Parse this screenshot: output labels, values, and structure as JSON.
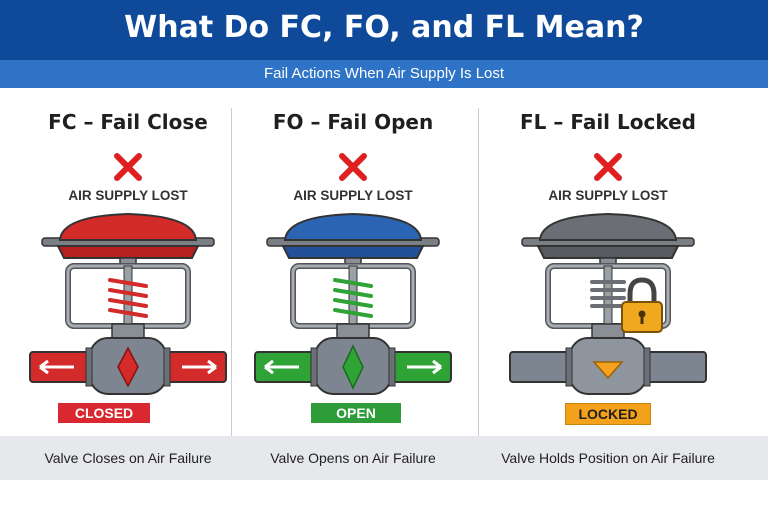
{
  "header": {
    "title": "What Do FC, FO, and FL Mean?",
    "subtitle": "Fail Actions When Air Supply Is Lost"
  },
  "panels": [
    {
      "title": "FC – Fail Close",
      "air_label": "AIR SUPPLY LOST",
      "status": "CLOSED",
      "footer": "Valve Closes on Air Failure",
      "actuator_color": "#d32a2a",
      "spring_color": "#d32a2a",
      "pipe_color": "#d32a2a",
      "badge_color": "#d9282f",
      "badge_text_color": "#ffffff",
      "icon": "red-x-icon"
    },
    {
      "title": "FO – Fail Open",
      "air_label": "AIR SUPPLY LOST",
      "status": "OPEN",
      "footer": "Valve Opens on Air Failure",
      "actuator_color": "#2c64b4",
      "spring_color": "#2fa336",
      "pipe_color": "#2fa336",
      "badge_color": "#2f9c3a",
      "badge_text_color": "#ffffff",
      "icon": "red-x-icon"
    },
    {
      "title": "FL – Fail Locked",
      "air_label": "AIR SUPPLY LOST",
      "status": "LOCKED",
      "footer": "Valve Holds Position on Air Failure",
      "actuator_color": "#6b6f75",
      "spring_color": "#6b6f75",
      "pipe_color": "#7d8590",
      "badge_color": "#f4a21b",
      "badge_text_color": "#1f1f1f",
      "icon": "padlock-icon"
    }
  ],
  "colors": {
    "header_bg": "#0f4a9a",
    "subheader_bg": "#2e73c6",
    "x_mark": "#e02020",
    "footer_bg": "#e6e8eb"
  }
}
